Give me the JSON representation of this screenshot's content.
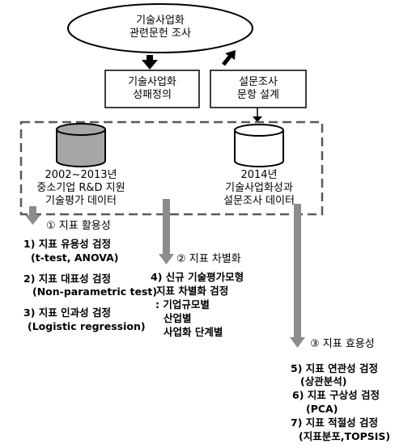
{
  "top": {
    "title_lines": [
      "기술사업화",
      "관련문헌 조사"
    ]
  },
  "boxes": {
    "left_lines": [
      "기술사업화",
      "성패정의"
    ],
    "right_lines": [
      "설문조사",
      "문항 설계"
    ]
  },
  "databases": {
    "left_lines": [
      "2002~2013년",
      "중소기업 R&D 지원",
      "기술평가 데이터"
    ],
    "right_lines": [
      "2014년",
      "기술사업화성과",
      "설문조사 데이터"
    ]
  },
  "section1": {
    "heading": "① 지표 활용성",
    "items": [
      {
        "title": "1) 지표 유용성 검정",
        "detail": "(t-test, ANOVA)"
      },
      {
        "title": "2) 지표 대표성 검정",
        "detail": "(Non-parametric test)"
      },
      {
        "title": "3) 지표 인과성 검정",
        "detail": "(Logistic regression)"
      }
    ]
  },
  "section2": {
    "heading": "② 지표 차별화",
    "lines": [
      "4) 신규 기술평가모형",
      "지표 차별화 검정",
      ": 기업규모별",
      "산업별",
      "사업화 단계별"
    ]
  },
  "section3": {
    "heading": "③ 지표 효용성",
    "items": [
      {
        "title": "5) 지표 연관성 검정",
        "detail": "(상관분석)"
      },
      {
        "title": "6) 지표 구상성 검정",
        "detail": "(PCA)"
      },
      {
        "title": "7) 지표 적절성 검정",
        "detail": "(지표분포,TOPSIS)"
      }
    ]
  },
  "colors": {
    "arrow_gray": "#8c8c8c",
    "cylinder_fill": "#a6a6a6",
    "dashed_border": "#595959"
  }
}
